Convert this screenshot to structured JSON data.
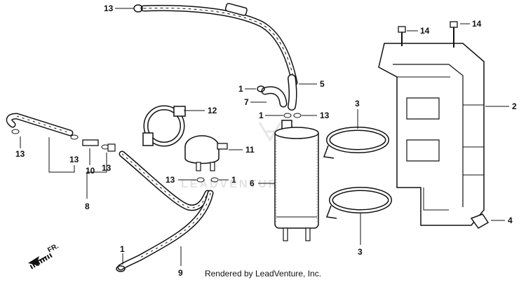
{
  "callouts": {
    "c13_top": "13",
    "c14_a": "14",
    "c14_b": "14",
    "c5": "5",
    "c1_a": "1",
    "c7": "7",
    "c1_b": "1",
    "c13_mid": "13",
    "c3_top": "3",
    "c2": "2",
    "c12": "12",
    "c11": "11",
    "c13_left": "13",
    "c13_b": "13",
    "c10": "10",
    "c13_c": "13",
    "c8": "8",
    "c13_d": "13",
    "c1_c": "1",
    "c6": "6",
    "c4": "4",
    "c3_bottom": "3",
    "c1_d": "1",
    "c9": "9"
  },
  "watermark": "LEADVENTURE",
  "direction_label": "FR.",
  "credit": "Rendered by LeadVenture, Inc."
}
